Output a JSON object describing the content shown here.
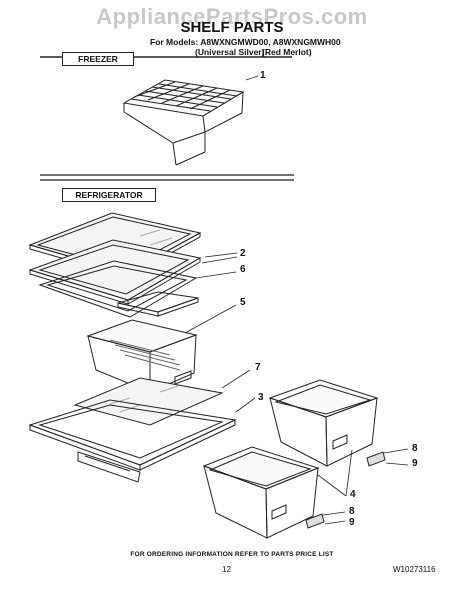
{
  "watermark": "AppliancePartsPros.com",
  "title": "SHELF PARTS",
  "models": {
    "line1": "For Models: A8WXNGMWD00, A8WXNGMWH00",
    "color1": "(Universal Silver)",
    "color2": "(Red Merlot)"
  },
  "sections": {
    "freezer": "FREEZER",
    "refrigerator": "REFRIGERATOR"
  },
  "callouts": {
    "c1": "1",
    "c2": "2",
    "c6": "6",
    "c5": "5",
    "c7": "7",
    "c3": "3",
    "c8a": "8",
    "c9a": "9",
    "c4": "4",
    "c8b": "8",
    "c9b": "9"
  },
  "footer": {
    "note": "FOR ORDERING INFORMATION REFER TO PARTS PRICE LIST",
    "page": "12",
    "doc": "W10273116"
  }
}
